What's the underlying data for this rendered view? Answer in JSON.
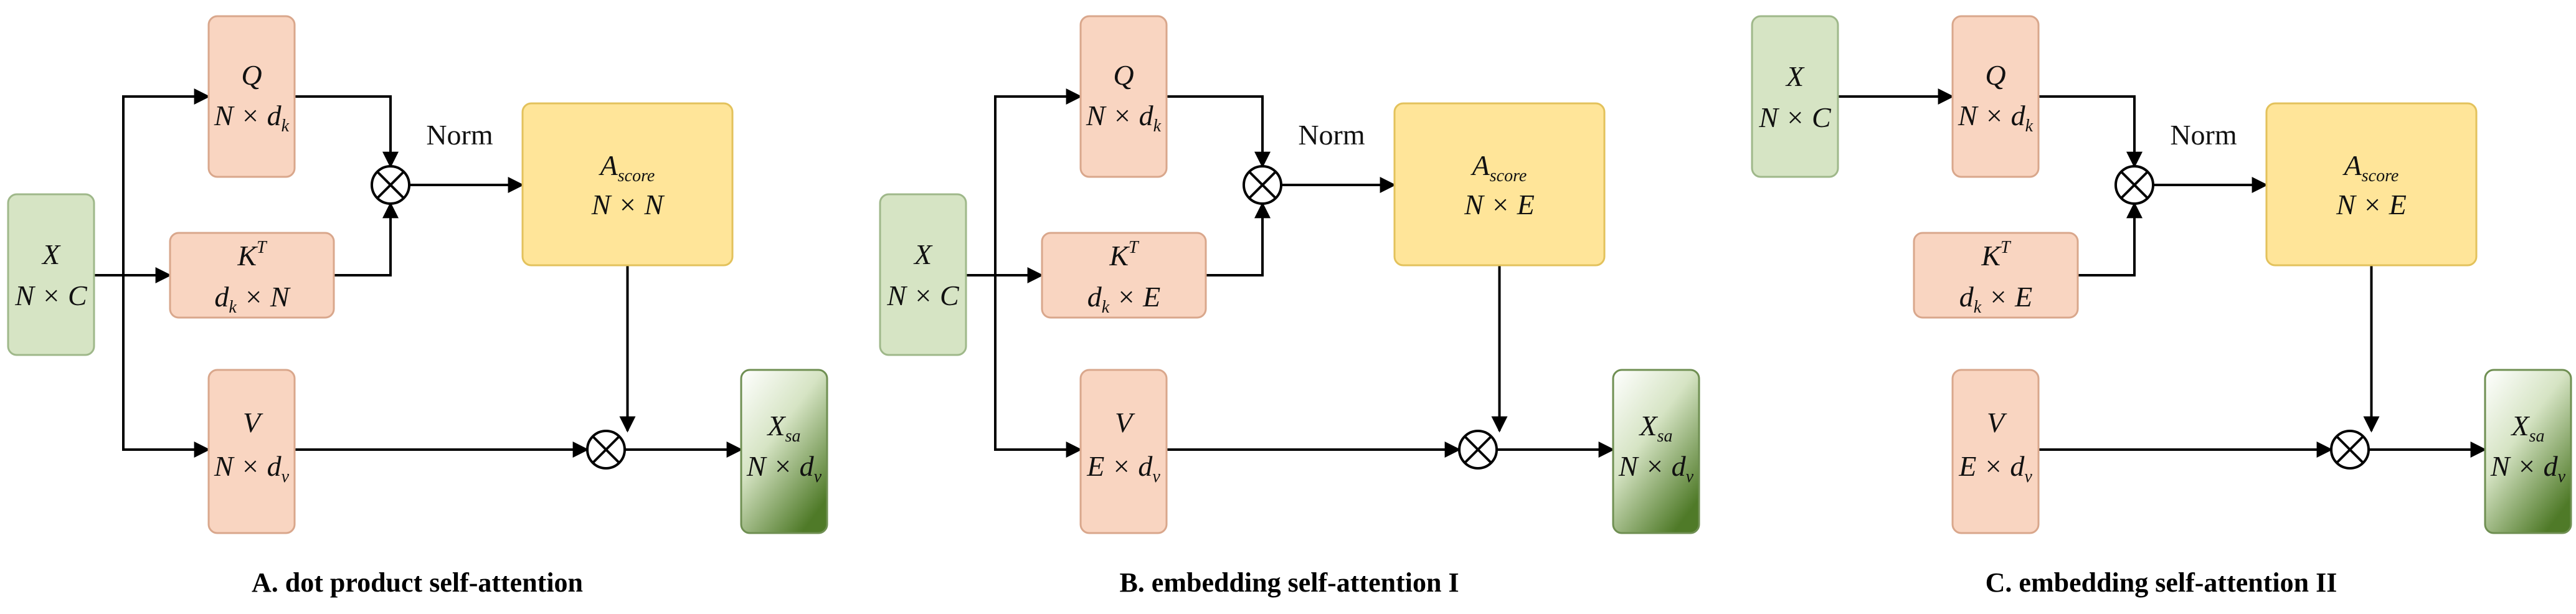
{
  "colors": {
    "green": "#d6e4c4",
    "green_stroke": "#9fb88a",
    "peach": "#f9d5c1",
    "peach_stroke": "#d9a78c",
    "yellow": "#ffe599",
    "yellow_stroke": "#e3c25c",
    "dark_green": "#4f7a28",
    "line": "#000000"
  },
  "norm_label": "Norm",
  "panels": [
    {
      "caption": "A. dot product self-attention",
      "x": {
        "name": "X",
        "dim": "N × C"
      },
      "q": {
        "name": "Q",
        "dim_a": "N × d",
        "dim_sub": "k"
      },
      "k": {
        "name": "K",
        "sup": "T",
        "dim_pre": "d",
        "dim_pre_sub": "k",
        "dim_post": " × N"
      },
      "v": {
        "name": "V",
        "dim_a": "N × d",
        "dim_sub": "v"
      },
      "score": {
        "name": "A",
        "sub": "score",
        "dim": "N × N"
      },
      "out": {
        "name": "X",
        "sub": "sa",
        "dim_a": "N × d",
        "dim_sub": "v"
      }
    },
    {
      "caption": "B. embedding self-attention I",
      "x": {
        "name": "X",
        "dim": "N × C"
      },
      "q": {
        "name": "Q",
        "dim_a": "N × d",
        "dim_sub": "k"
      },
      "k": {
        "name": "K",
        "sup": "T",
        "dim_pre": "d",
        "dim_pre_sub": "k",
        "dim_post": " × E"
      },
      "v": {
        "name": "V",
        "dim_a": "E × d",
        "dim_sub": "v"
      },
      "score": {
        "name": "A",
        "sub": "score",
        "dim": "N × E"
      },
      "out": {
        "name": "X",
        "sub": "sa",
        "dim_a": "N × d",
        "dim_sub": "v"
      }
    },
    {
      "caption": "C. embedding self-attention II",
      "x": {
        "name": "X",
        "dim": "N × C"
      },
      "q": {
        "name": "Q",
        "dim_a": "N × d",
        "dim_sub": "k"
      },
      "k": {
        "name": "K",
        "sup": "T",
        "dim_pre": "d",
        "dim_pre_sub": "k",
        "dim_post": " × E"
      },
      "v": {
        "name": "V",
        "dim_a": "E × d",
        "dim_sub": "v"
      },
      "score": {
        "name": "A",
        "sub": "score",
        "dim": "N × E"
      },
      "out": {
        "name": "X",
        "sub": "sa",
        "dim_a": "N × d",
        "dim_sub": "v"
      }
    }
  ]
}
